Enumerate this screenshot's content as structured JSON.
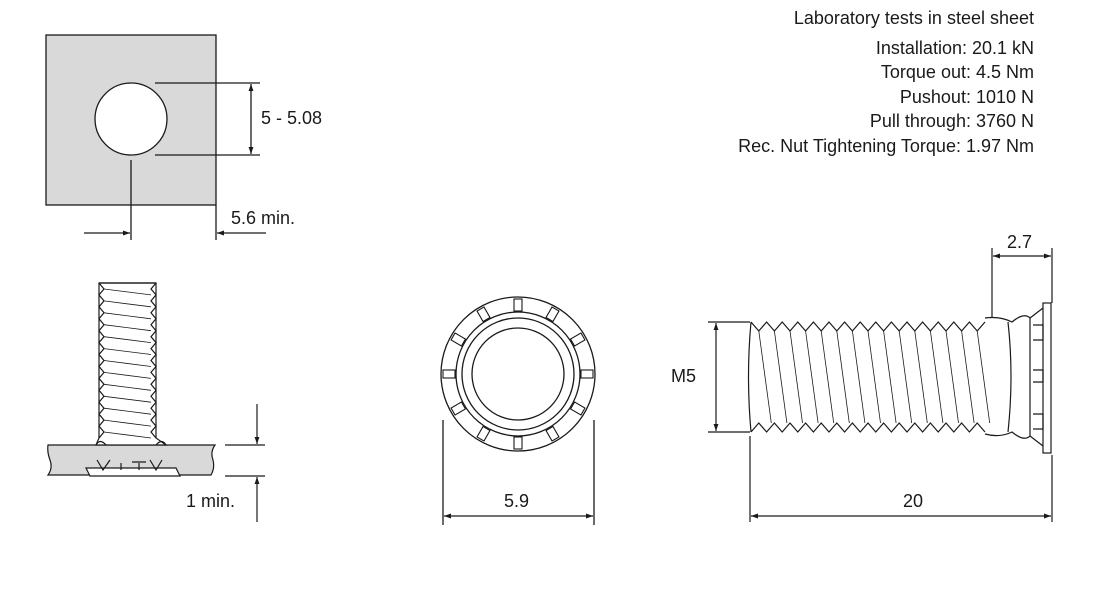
{
  "specs": {
    "heading": "Laboratory tests in steel sheet",
    "lines": [
      "Installation: 20.1 kN",
      "Torque out: 4.5 Nm",
      "Pushout: 1010 N",
      "Pull through: 3760 N",
      "Rec. Nut Tightening Torque: 1.97 Nm"
    ]
  },
  "dimensions": {
    "hole_diameter": "5 - 5.08",
    "edge_distance": "5.6 min.",
    "sheet_thickness": "1 min.",
    "head_diameter": "5.9",
    "head_height": "2.7",
    "thread_size": "M5",
    "length": "20"
  },
  "colors": {
    "line": "#1a1a1a",
    "sheet_fill": "#d9d9d9",
    "part_fill": "#ffffff"
  }
}
